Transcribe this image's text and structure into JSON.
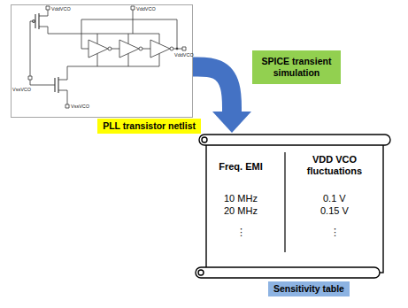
{
  "diagram": {
    "nodes": [
      {
        "text": [
          "PLL transistor netlist"
        ]
      },
      {
        "text": [
          "SPICE transient simulation"
        ]
      },
      {
        "text": [
          "Sensitivity table"
        ]
      }
    ],
    "edges": [
      {
        "from": 0,
        "to": 2,
        "arrow": "to"
      }
    ],
    "labels": [
      "VddVCO",
      "VddVCO",
      "VddVCO",
      "VssVCO",
      "VssVCO",
      "Freq. EMI",
      "VDD VCO fluctuations",
      "10 MHz",
      "20 MHz",
      "⋮",
      "0.1 V",
      "0.15 V",
      "⋮"
    ]
  }
}
